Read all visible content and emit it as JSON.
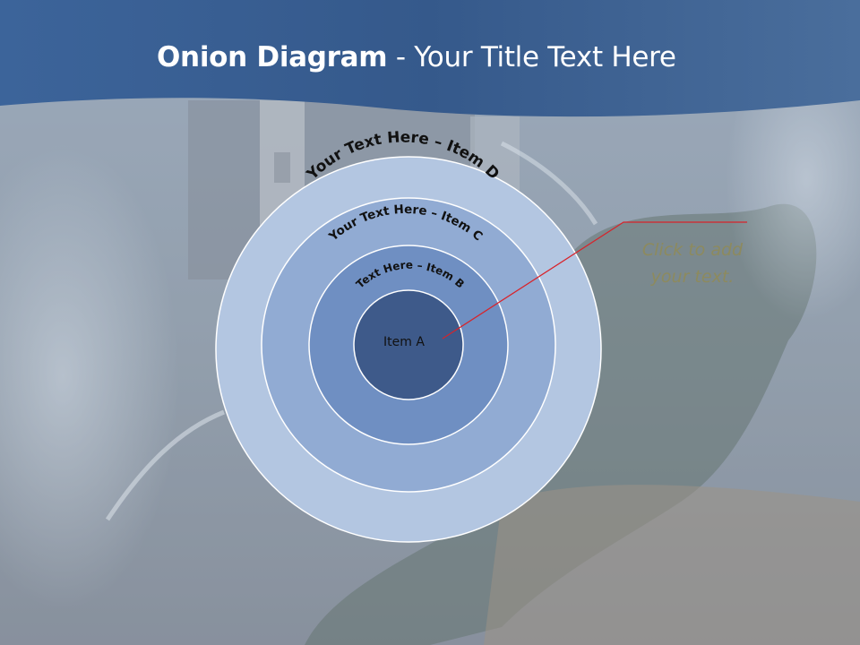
{
  "slide": {
    "title_bold": "Onion Diagram",
    "title_rest": " - Your Title Text Here"
  },
  "diagram": {
    "ring_d_label": "Your Text Here – Item D",
    "ring_c_label": "Your Text Here – Item C",
    "ring_b_label": "Text Here – Item B",
    "core_label": "Item A",
    "callout_line1": "Click  to add",
    "callout_line2": "your text."
  },
  "colors": {
    "header_blue": "#3f6595",
    "ring_d": "#b3c6e1",
    "ring_c": "#91abd3",
    "ring_b": "#6f8fc2",
    "core": "#3e5a8a",
    "callout_line": "#d8232a",
    "callout_text": "#8d8a5e"
  }
}
